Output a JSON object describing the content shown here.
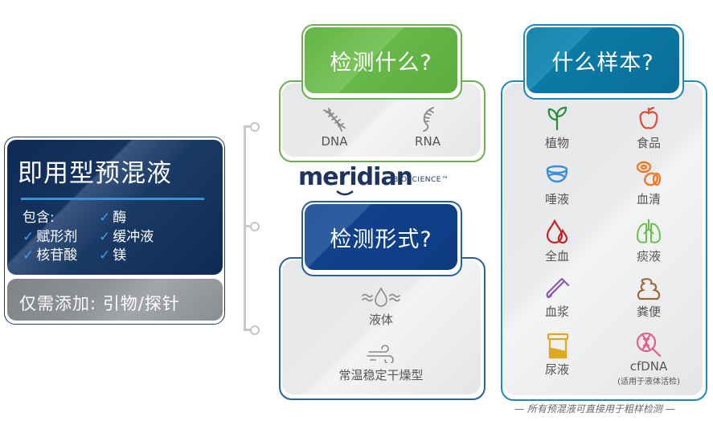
{
  "premix": {
    "title": "即用型预混液",
    "contains_label": "包含:",
    "items": [
      "酶",
      "赋形剂",
      "缓冲液",
      "核苷酸",
      "镁"
    ],
    "add_only": "仅需添加: 引物/探针"
  },
  "what_to_test": {
    "title": "检测什么?",
    "options": [
      {
        "icon": "dna-helix-icon",
        "label": "DNA"
      },
      {
        "icon": "rna-strand-icon",
        "label": "RNA"
      }
    ],
    "accent": "#6ab04c"
  },
  "brand": {
    "name": "meridian",
    "suffix": "BIOSCIENCE",
    "tm": "™"
  },
  "format": {
    "title": "检测形式?",
    "options": [
      {
        "icon": "liquid-drop-icon",
        "label": "液体"
      },
      {
        "icon": "dry-air-icon",
        "label": "常温稳定干燥型"
      }
    ],
    "accent": "#2a5f9e"
  },
  "samples": {
    "title": "什么样本?",
    "accent": "#1d8ab8",
    "items": [
      {
        "icon": "plant-icon",
        "label": "植物",
        "color": "#2e8b3a"
      },
      {
        "icon": "apple-icon",
        "label": "食品",
        "color": "#e04a3a"
      },
      {
        "icon": "saliva-icon",
        "label": "唾液",
        "color": "#3a8fd6"
      },
      {
        "icon": "serum-cells-icon",
        "label": "血清",
        "color": "#f07a2a"
      },
      {
        "icon": "blood-drops-icon",
        "label": "全血",
        "color": "#c8202a"
      },
      {
        "icon": "lungs-icon",
        "label": "痰液",
        "color": "#6cc04a"
      },
      {
        "icon": "test-tube-icon",
        "label": "血浆",
        "color": "#8a5bb8"
      },
      {
        "icon": "stool-icon",
        "label": "粪便",
        "color": "#9a6a3a"
      },
      {
        "icon": "urine-cup-icon",
        "label": "尿液",
        "color": "#e0a820"
      },
      {
        "icon": "cfdna-magnifier-icon",
        "label": "cfDNA",
        "sublabel": "(适用于液体活检)",
        "color": "#e0608a"
      }
    ]
  },
  "footnote": "— 所有预混液可直接用于粗样检测 —"
}
